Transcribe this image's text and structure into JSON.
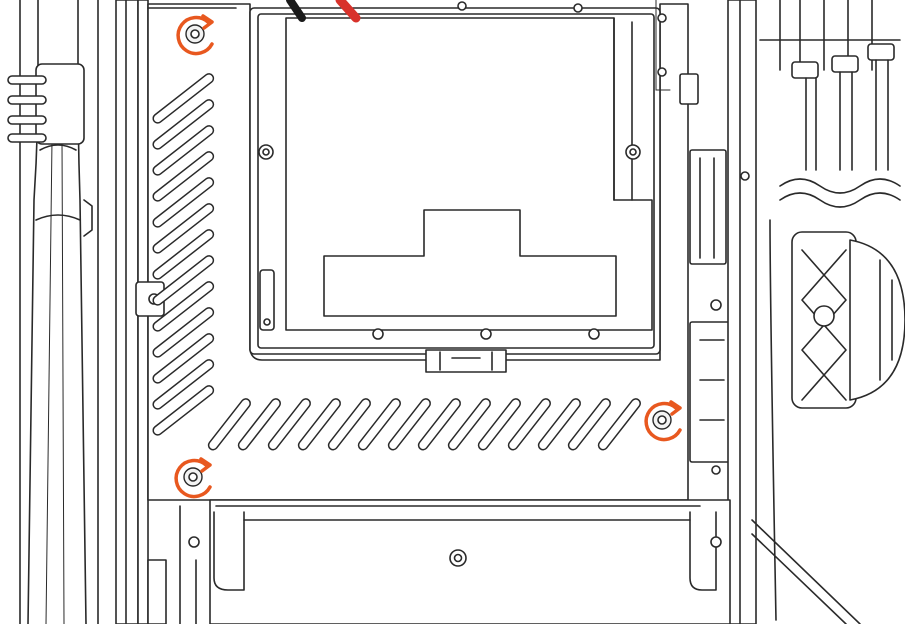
{
  "colors": {
    "line": "#2a2a2a",
    "highlight": "#e8581f",
    "cable_red": "#d8322b",
    "cable_black": "#1a1a1a",
    "background": "#ffffff"
  },
  "callouts": [
    {
      "name": "screw-top-left",
      "icon": "rotate-counterclockwise-icon"
    },
    {
      "name": "screw-right",
      "icon": "rotate-counterclockwise-icon"
    },
    {
      "name": "screw-bottom-left",
      "icon": "rotate-counterclockwise-icon"
    }
  ]
}
